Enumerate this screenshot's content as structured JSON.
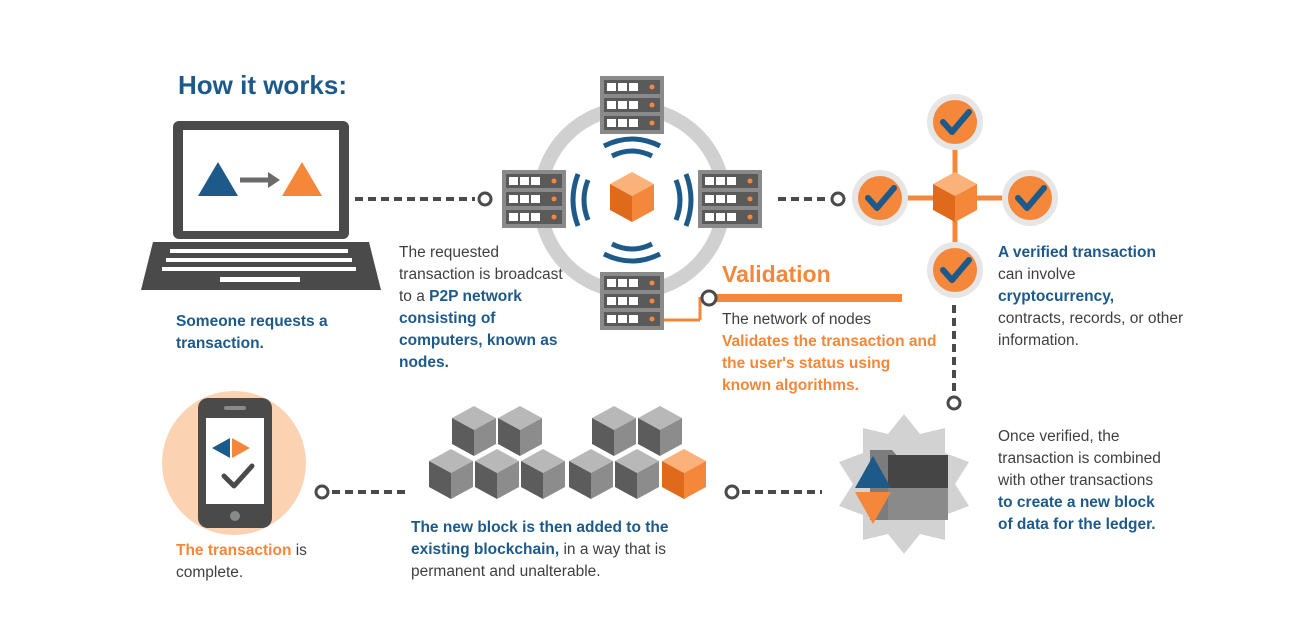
{
  "title": "How it works:",
  "step1": {
    "text": "Someone requests a transaction."
  },
  "step2": {
    "plain": "The requested transaction is broadcast to a",
    "bold": "P2P network consisting of computers, known as nodes."
  },
  "step3": {
    "heading": "Validation",
    "plain": "The network of nodes",
    "highlight": "Validates the transaction and the user's status using known algorithms."
  },
  "step4": {
    "bold1": "A verified transaction",
    "plain1": "can involve",
    "bold2": "cryptocurrency,",
    "plain2": "contracts, records, or other information."
  },
  "step5": {
    "plain": "Once verified, the transaction is combined with other transactions",
    "bold": "to create a new block of data for the ledger."
  },
  "step6": {
    "bold": "The new block is then added to the existing blockchain,",
    "plain": "in a way that is permanent and unalterable."
  },
  "step7": {
    "highlight": "The transaction",
    "plain": "is complete."
  },
  "colors": {
    "blue": "#1d5a8a",
    "orange": "#f5873a",
    "gray": "#6b6b6b",
    "lightgray": "#cfcfcf"
  }
}
